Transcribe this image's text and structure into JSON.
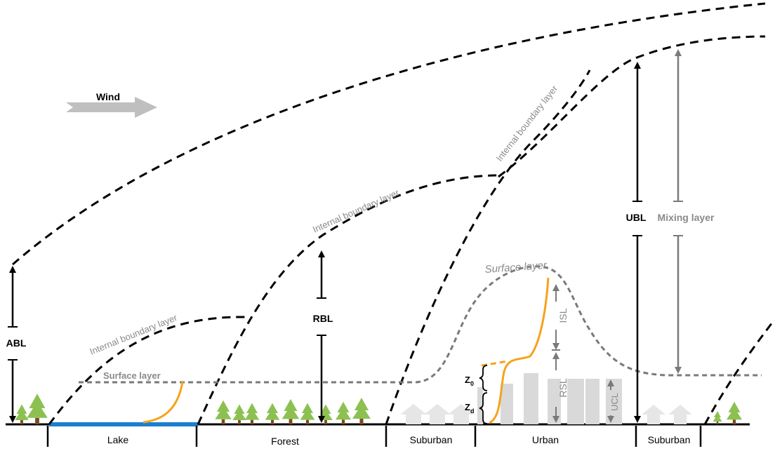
{
  "wind": {
    "label": "Wind"
  },
  "layers": {
    "abl": "ABL",
    "rbl": "RBL",
    "ubl": "UBL",
    "mixing_layer": "Mixing layer",
    "ibl_lake": "Internal boundary layer",
    "ibl_forest": "Internal boundary layer",
    "ibl_urban": "Internal boundary layer",
    "surface_layer_lake": "Surface layer",
    "surface_layer_urban": "Surface layer",
    "isl": "ISL",
    "rsl": "RSL",
    "ucl": "UCL",
    "z0": "Z",
    "z0_sub": "0",
    "zd": "Z",
    "zd_sub": "d"
  },
  "land_use": [
    "Lake",
    "Forest",
    "Suburban",
    "Urban",
    "Suburban"
  ],
  "colors": {
    "boundary_line": "#000000",
    "surface_line": "#7a7a7a",
    "profile": "#f7a21c",
    "lake": "#1a7fd0",
    "tree": "#8cc152",
    "trunk": "#7a4a1e",
    "building": "#d9d9d9",
    "wind_arrow": "#bfbfbf"
  }
}
